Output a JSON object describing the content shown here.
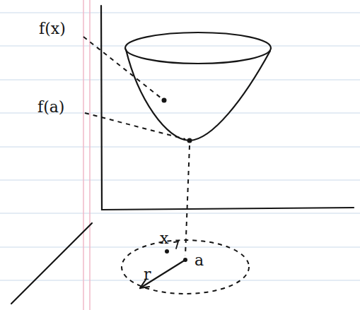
{
  "diagram": {
    "labels": [
      "f(x)",
      "f(a)",
      "x",
      "a",
      "r"
    ]
  }
}
